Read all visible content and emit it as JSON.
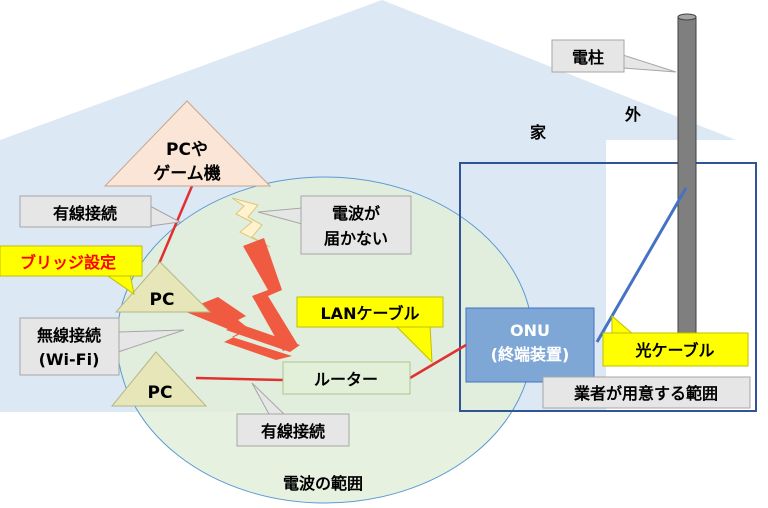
{
  "labels": {
    "outside": "外",
    "house": "家",
    "pole": "電柱",
    "pc_game_line1": "PCや",
    "pc_game_line2": "ゲーム機",
    "wired_connection_top": "有線接続",
    "bridge_setting": "ブリッジ設定",
    "pc_upper": "PC",
    "pc_lower": "PC",
    "wireless_line1": "無線接続",
    "wireless_line2": "(Wi-Fi)",
    "no_signal_line1": "電波が",
    "no_signal_line2": "届かない",
    "lan_cable": "LANケーブル",
    "router": "ルーター",
    "wired_connection_bottom": "有線接続",
    "onu_line1": "ONU",
    "onu_line2": "(終端装置)",
    "fiber_cable": "光ケーブル",
    "provider_scope": "業者が用意する範囲",
    "signal_range": "電波の範囲"
  },
  "colors": {
    "house_fill": "#dce8f4",
    "signal_circle": "#e2efd9",
    "callout_gray": "#e7e6e6",
    "callout_yellow": "#ffff00",
    "lightning": "#f05a40",
    "lightning_weak": "#fff2cc",
    "onu_fill": "#7fa7d6",
    "pc_fill": "#e6e6b8",
    "pc_game_fill": "#fbe5d6",
    "router_fill": "#e2efd9",
    "wire": "#e03030",
    "fiber": "#4472c4",
    "pole": "#7f7f7f",
    "provider_box": "#2f5597"
  }
}
